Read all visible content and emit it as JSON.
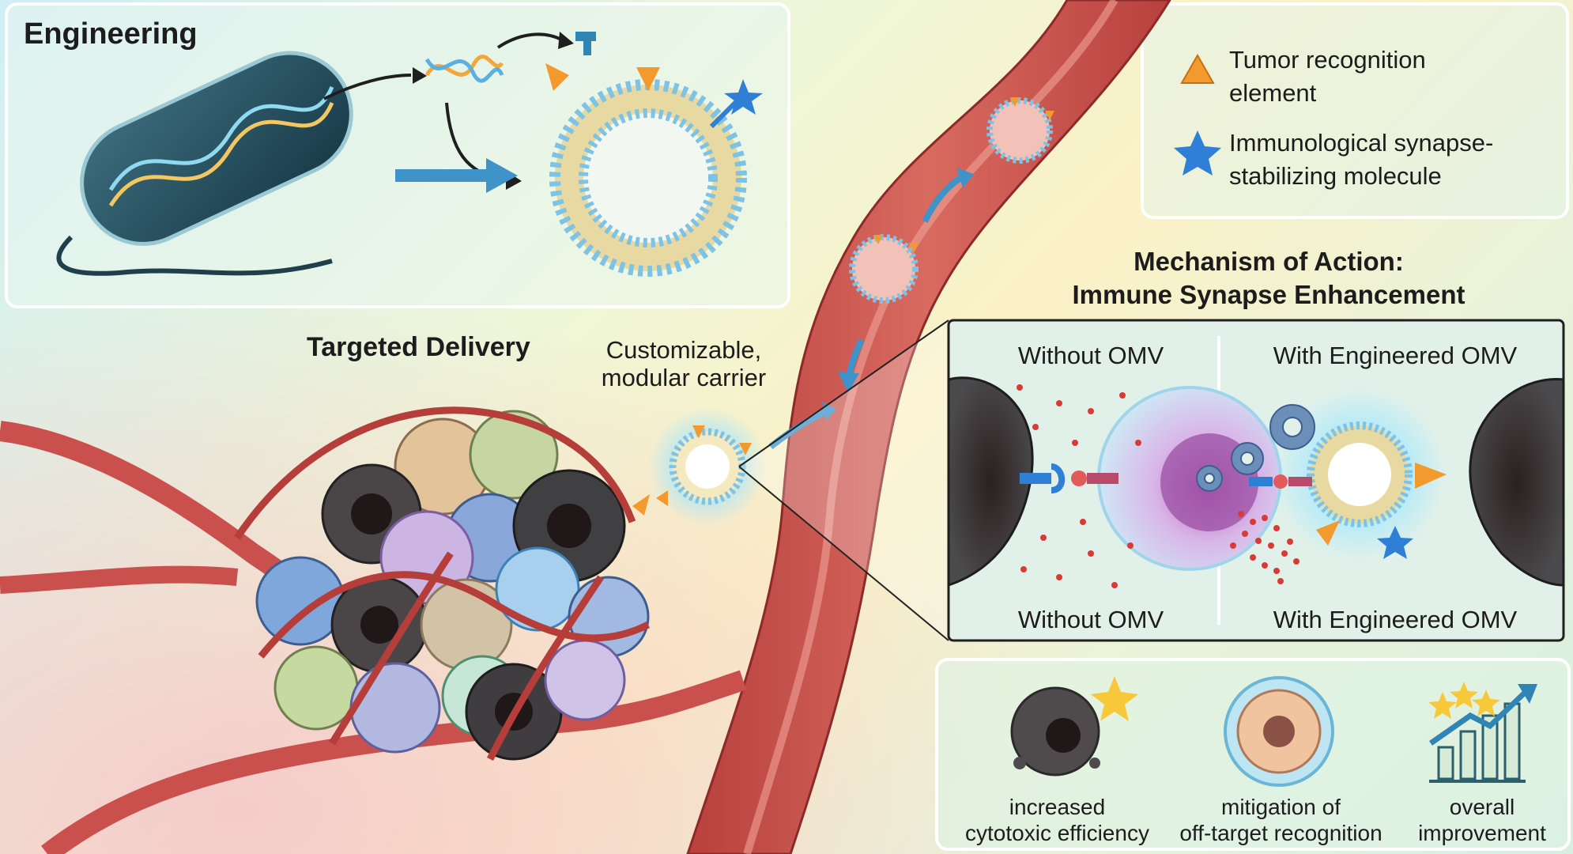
{
  "sections": {
    "engineering_title": "Engineering",
    "targeted_delivery_title": "Targeted Delivery",
    "carrier_line1": "Customizable,",
    "carrier_line2": "modular carrier"
  },
  "legend": {
    "triangle_line1": "Tumor recognition",
    "triangle_line2": "element",
    "star_line1": "Immunological synapse-",
    "star_line2": "stabilizing molecule"
  },
  "mechanism": {
    "title_line1": "Mechanism of Action:",
    "title_line2": "Immune Synapse Enhancement",
    "left_top": "Without OMV",
    "right_top": "With Engineered OMV",
    "left_bottom": "Without OMV",
    "right_bottom": "With Engineered OMV"
  },
  "outcomes": [
    {
      "line1": "increased",
      "line2": "cytotoxic efficiency"
    },
    {
      "line1": "mitigation of",
      "line2": "off-target recognition"
    },
    {
      "line1": "overall",
      "line2": "improvement"
    }
  ],
  "colors": {
    "vessel": "#c9504c",
    "tumor_element": "#f39a2e",
    "synapse_molecule": "#2f7fd6",
    "membrane": "#7ec3e3"
  }
}
